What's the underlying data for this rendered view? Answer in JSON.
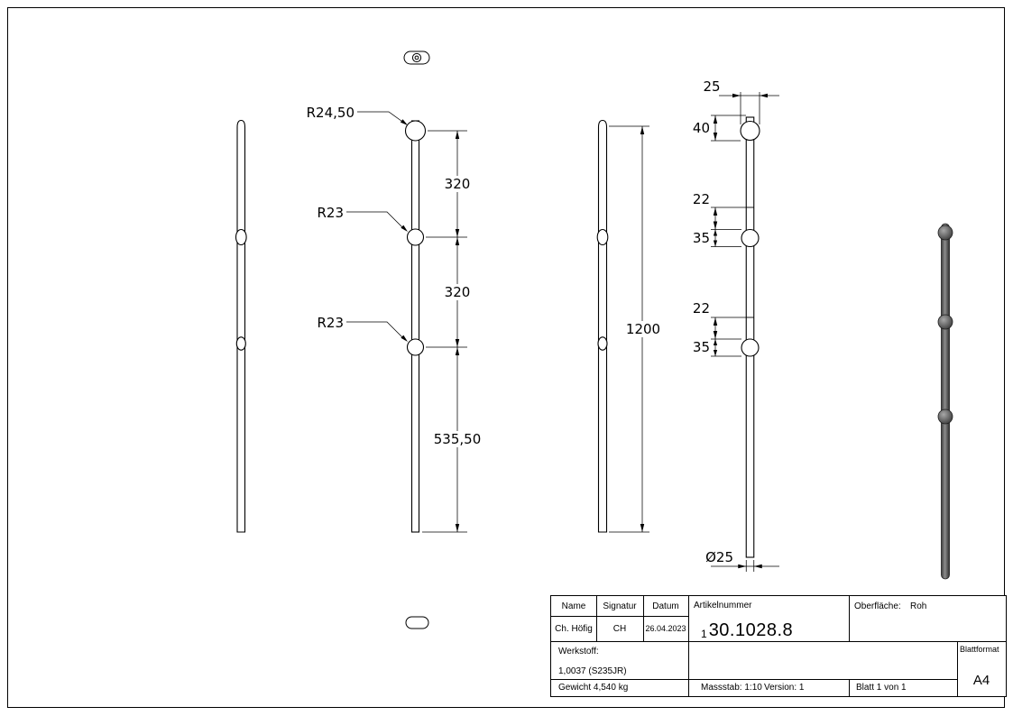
{
  "drawing": {
    "view2": {
      "leader_top": "R24,50",
      "leader_mid": "R23",
      "leader_bot": "R23",
      "dim_seg1": "320",
      "dim_seg2": "320",
      "dim_seg3": "535,50"
    },
    "view3": {
      "dim_total": "1200"
    },
    "view4": {
      "dim_width_top": "25",
      "dim_top_offset": "40",
      "dim_gap_mid": "22",
      "dim_boss_mid": "35",
      "dim_gap_bot": "22",
      "dim_boss_bot": "35",
      "dim_diameter": "Ø25"
    }
  },
  "title_block": {
    "name_label": "Name",
    "signatur_label": "Signatur",
    "datum_label": "Datum",
    "artikelnummer_label": "Artikelnummer",
    "oberflaeche_label": "Oberfläche:",
    "oberflaeche_value": "Roh",
    "name_value": "Ch. Höfig",
    "signatur_value": "CH",
    "datum_value": "26.04.2023",
    "artikelnummer_prefix": "1",
    "artikelnummer_value": "30.1028.8",
    "werkstoff_label": "Werkstoff:",
    "werkstoff_value": "1,0037 (S235JR)",
    "gewicht": "Gewicht 4,540 kg",
    "massstab": "Massstab: 1:10",
    "version": "Version: 1",
    "blatt": "Blatt 1 von 1",
    "blattformat_label": "Blattformat",
    "blattformat_value": "A4"
  }
}
